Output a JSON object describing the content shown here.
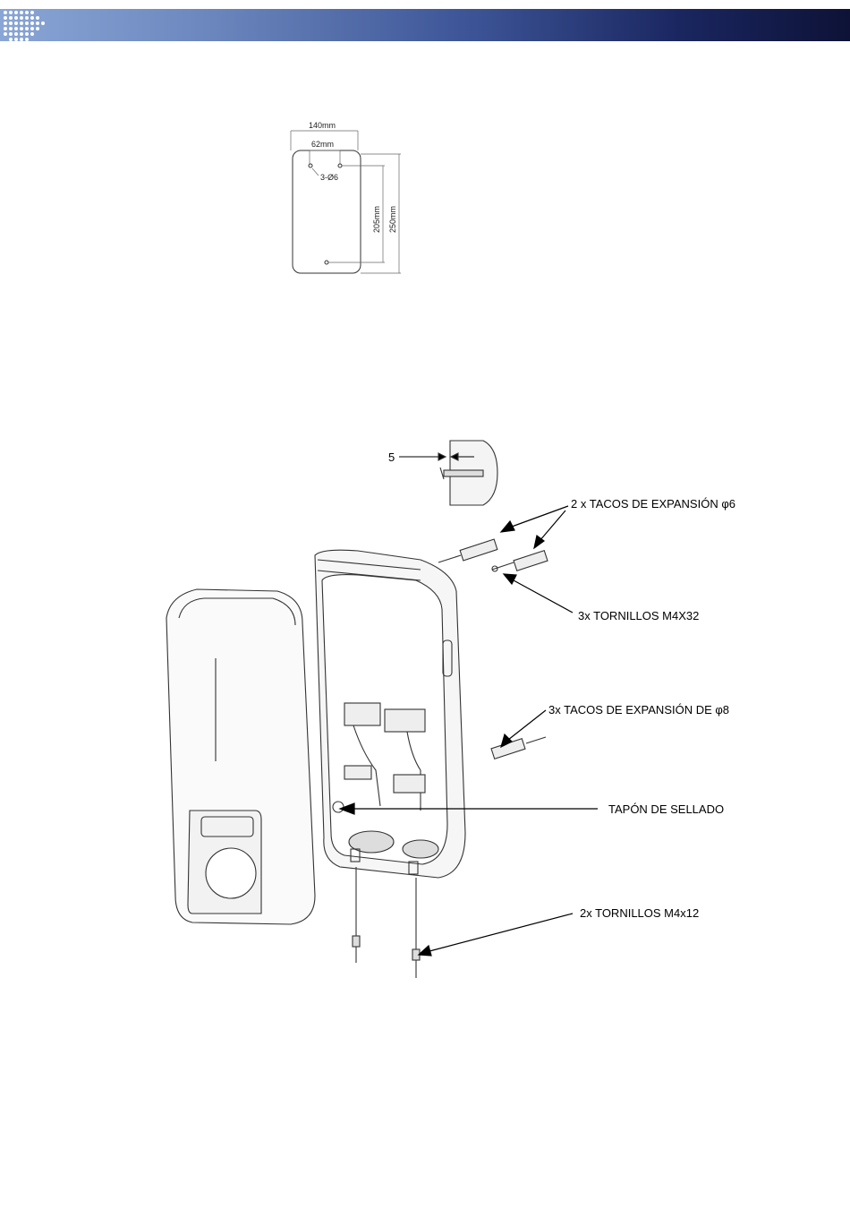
{
  "mounting_template": {
    "width_label": "140mm",
    "hole_spacing_label": "62mm",
    "hole_spec_label": "3-Ø6",
    "hole_vertical_label": "205mm",
    "height_label": "250mm"
  },
  "exploded_view": {
    "depth_label": "5",
    "callouts": [
      "2 x TACOS DE EXPANSIÓN φ6",
      "3x TORNILLOS M4X32",
      "3x TACOS DE EXPANSIÓN DE φ8",
      "TAPÓN DE SELLADO",
      "2x TORNILLOS M4x12"
    ]
  },
  "colors": {
    "header_start": "#8aa6d6",
    "header_end": "#0d1236"
  }
}
